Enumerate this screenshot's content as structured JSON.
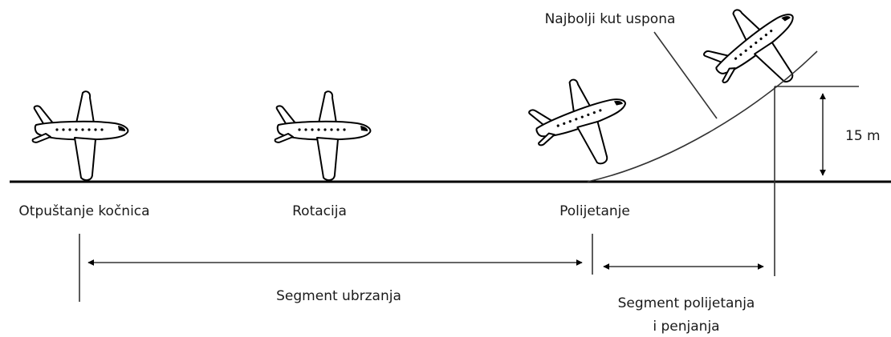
{
  "labels": {
    "brake_release": "Otpuštanje kočnica",
    "rotation": "Rotacija",
    "liftoff": "Polijetanje",
    "best_climb": "Najbolji kut uspona",
    "height": "15 m",
    "acceleration_segment": "Segment ubrzanja",
    "takeoff_climb_segment_line1": "Segment polijetanja",
    "takeoff_climb_segment_line2": "i penjanja"
  },
  "colors": {
    "line": "#000000",
    "text": "#1a1a1a",
    "background": "#ffffff"
  }
}
